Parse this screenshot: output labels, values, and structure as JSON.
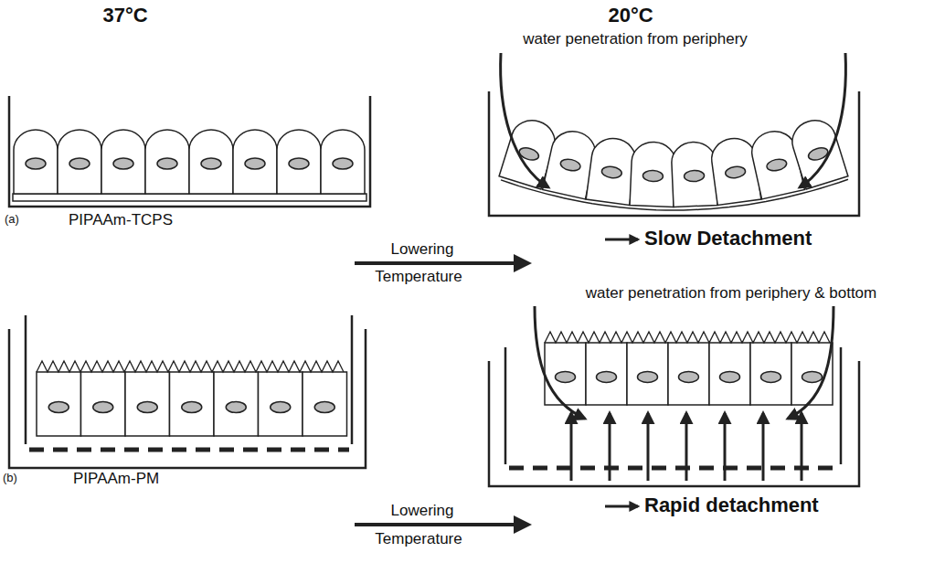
{
  "diagram": {
    "labels": [
      "37°C",
      "20°C",
      "water penetration from periphery",
      "(a)",
      "PIPAAm-TCPS",
      "Lowering",
      "Temperature",
      "Slow Detachment",
      "water penetration from periphery & bottom",
      "(b)",
      "PIPAAm-PM",
      "Lowering",
      "Temperature",
      "Rapid detachment"
    ]
  }
}
